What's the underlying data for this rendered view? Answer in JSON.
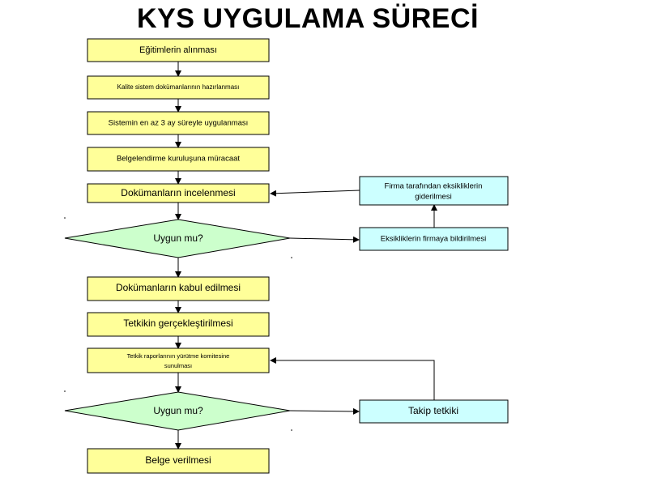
{
  "title": "KYS UYGULAMA SÜRECİ",
  "nodes": {
    "egitim": "Eğitimlerin alınması",
    "kalite": "Kalite sistem dokümanlarının hazırlanması",
    "uygulama": "Sistemin en az 3 ay süreyle uygulanması",
    "muracaat": "Belgelendirme kuruluşuna müracaat",
    "inceleme": "Dokümanların incelenmesi",
    "uygun1": "Uygun mu?",
    "kabul": "Dokümanların kabul edilmesi",
    "tetkik": "Tetkikin gerçekleştirilmesi",
    "rapor_line1": "Tetkik raporlarının yürütme komitesine",
    "rapor_line2": "sunulması",
    "uygun2": "Uygun mu?",
    "belge": "Belge verilmesi",
    "eksik_bildirim": "Eksikliklerin firmaya bildirilmesi",
    "firma_line1": "Firma tarafından eksikliklerin",
    "firma_line2": "giderilmesi",
    "takip": "Takip tetkiki"
  },
  "colors": {
    "process": "#ffff99",
    "decision": "#ccffcc",
    "side": "#ccffff"
  }
}
